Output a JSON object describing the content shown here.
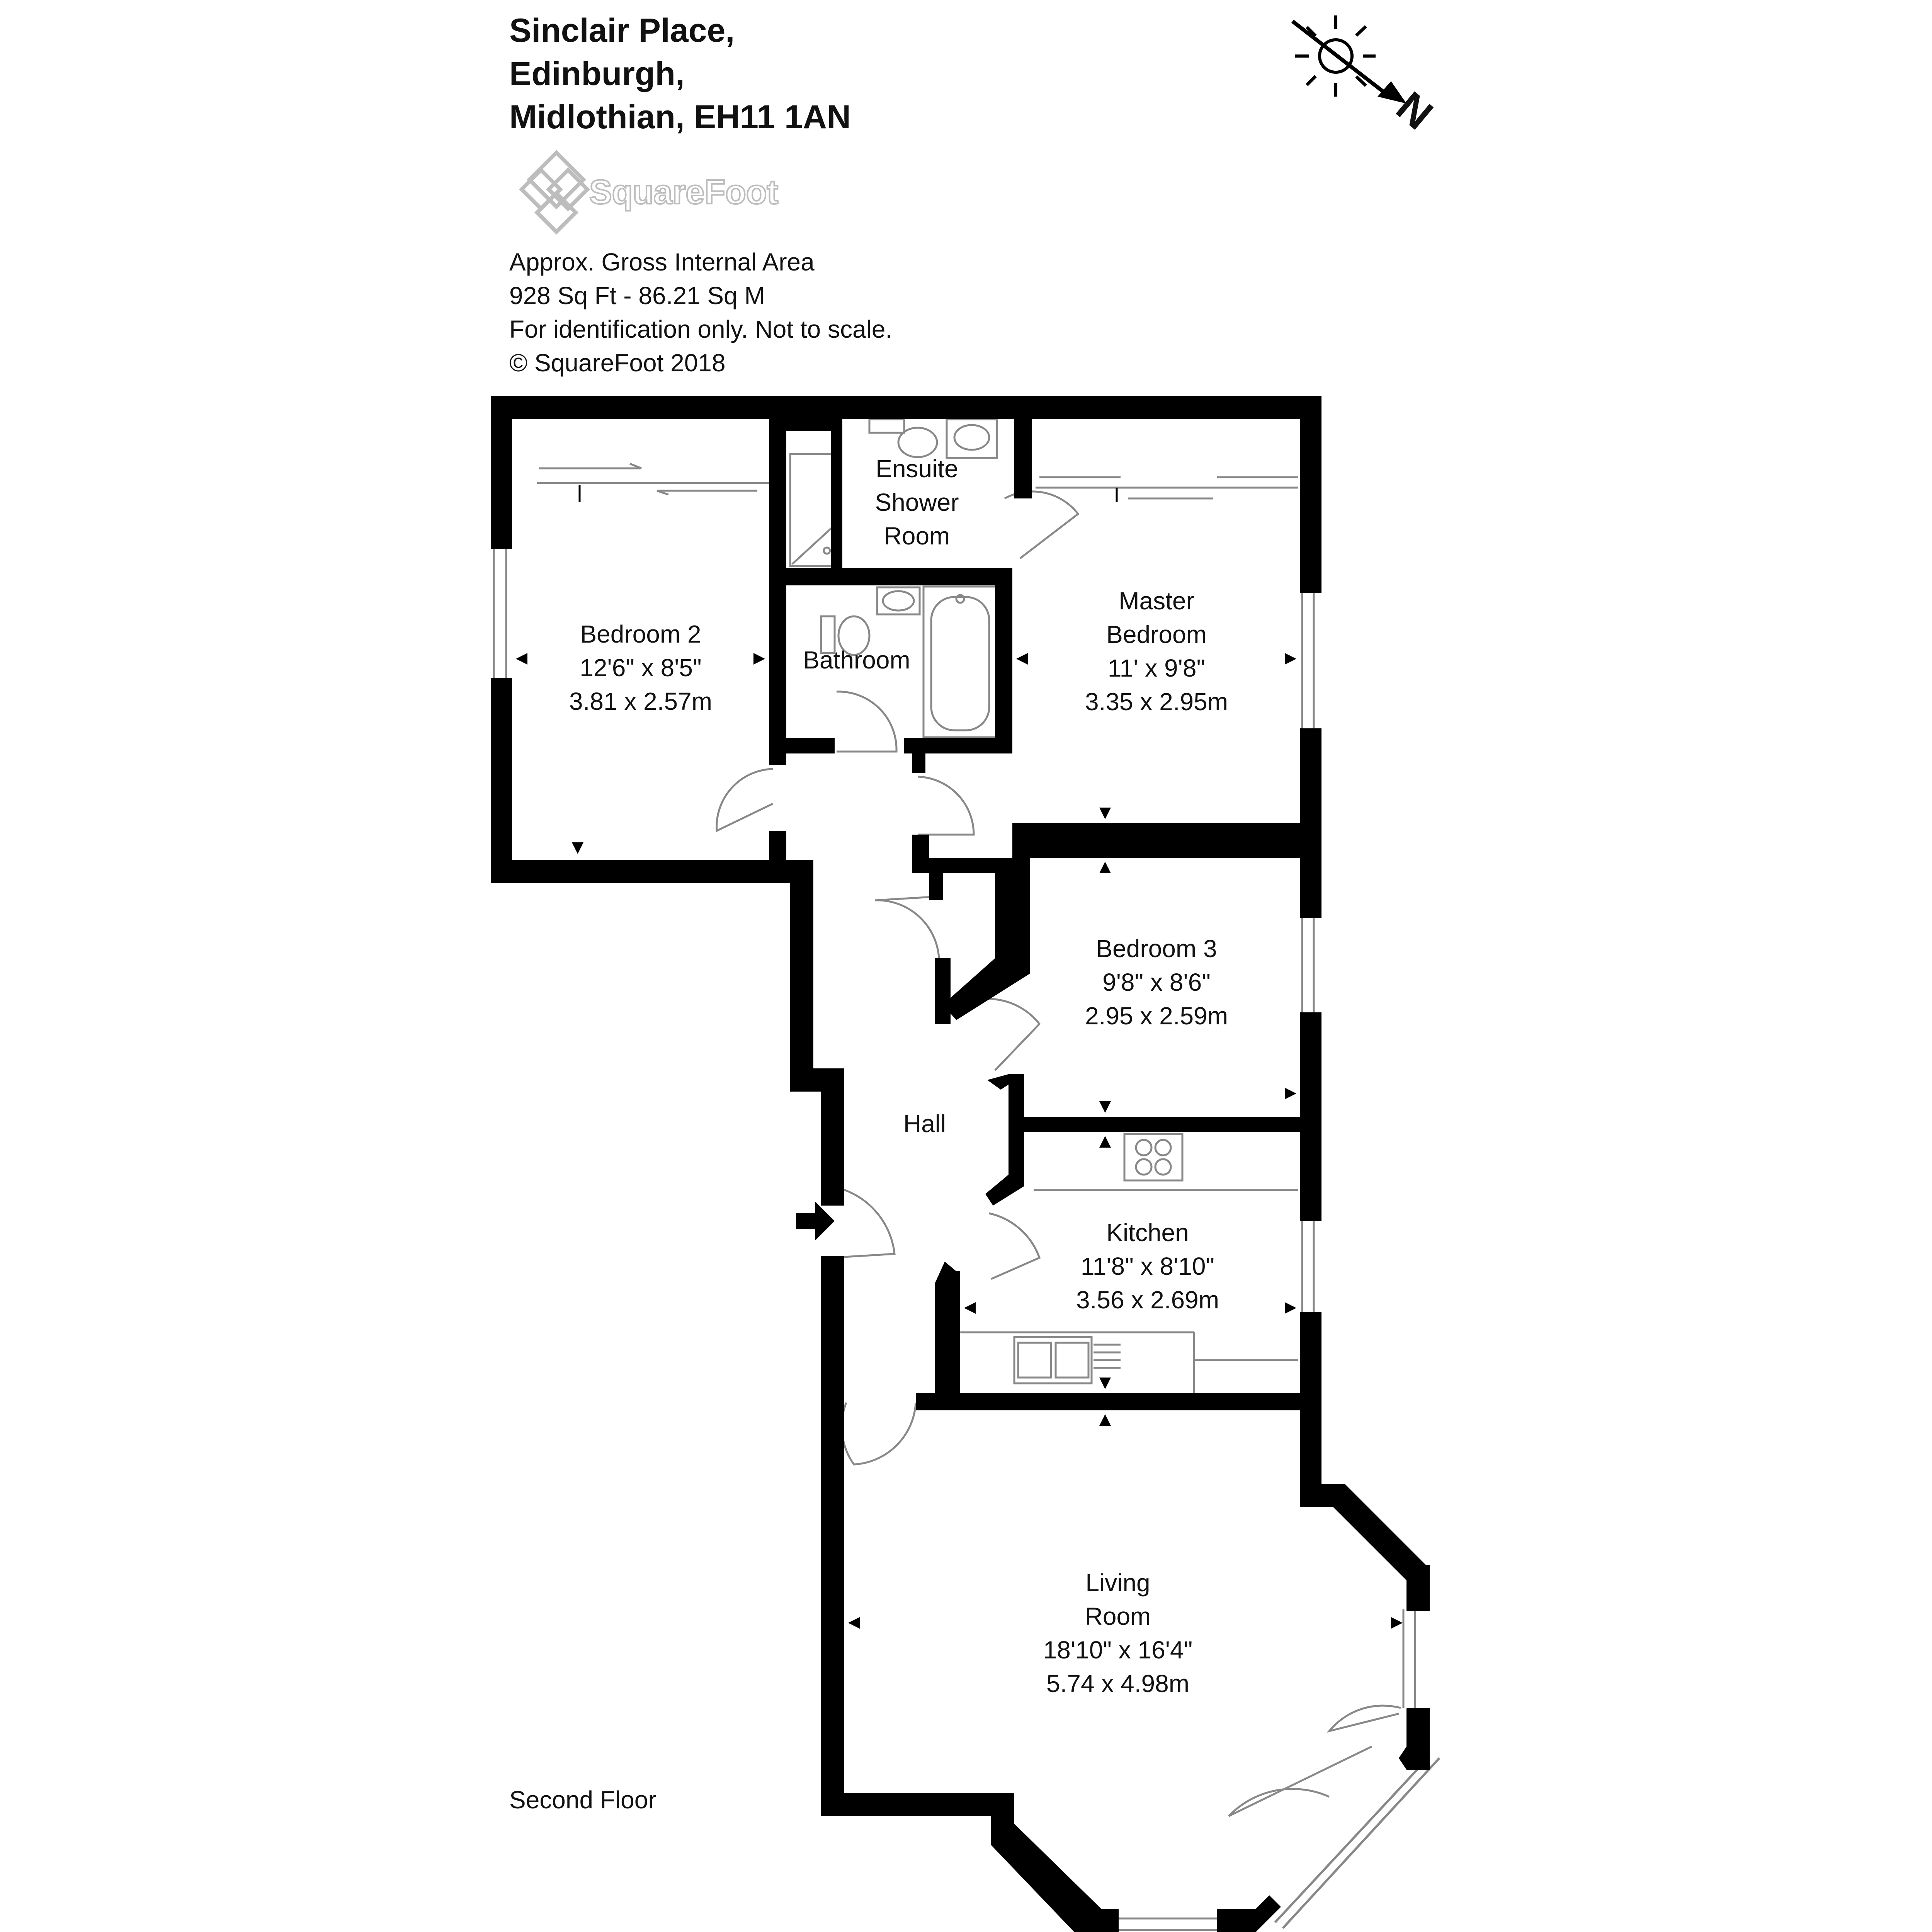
{
  "address": [
    "Sinclair Place,",
    "Edinburgh,",
    "Midlothian, EH11 1AN"
  ],
  "logo_text": "SquareFoot",
  "info": [
    "Approx. Gross Internal Area",
    "928 Sq Ft  -  86.21 Sq M",
    "For identification only. Not to scale.",
    "© SquareFoot 2018"
  ],
  "floor_label": "Second Floor",
  "compass_letter": "N",
  "colors": {
    "wall": "#000000",
    "fixture": "#888888"
  },
  "rooms": {
    "ensuite": [
      "Ensuite",
      "Shower",
      "Room"
    ],
    "bedroom2": [
      "Bedroom 2",
      "12'6\" x 8'5\"",
      "3.81 x 2.57m"
    ],
    "master": [
      "Master",
      "Bedroom",
      "11' x 9'8\"",
      "3.35 x 2.95m"
    ],
    "bathroom": [
      "Bathroom"
    ],
    "bedroom3": [
      "Bedroom 3",
      "9'8\" x 8'6\"",
      "2.95 x 2.59m"
    ],
    "hall": [
      "Hall"
    ],
    "kitchen": [
      "Kitchen",
      "11'8\" x 8'10\"",
      "3.56 x 2.69m"
    ],
    "living": [
      "Living",
      "Room",
      "18'10\" x 16'4\"",
      "5.74 x 4.98m"
    ]
  }
}
